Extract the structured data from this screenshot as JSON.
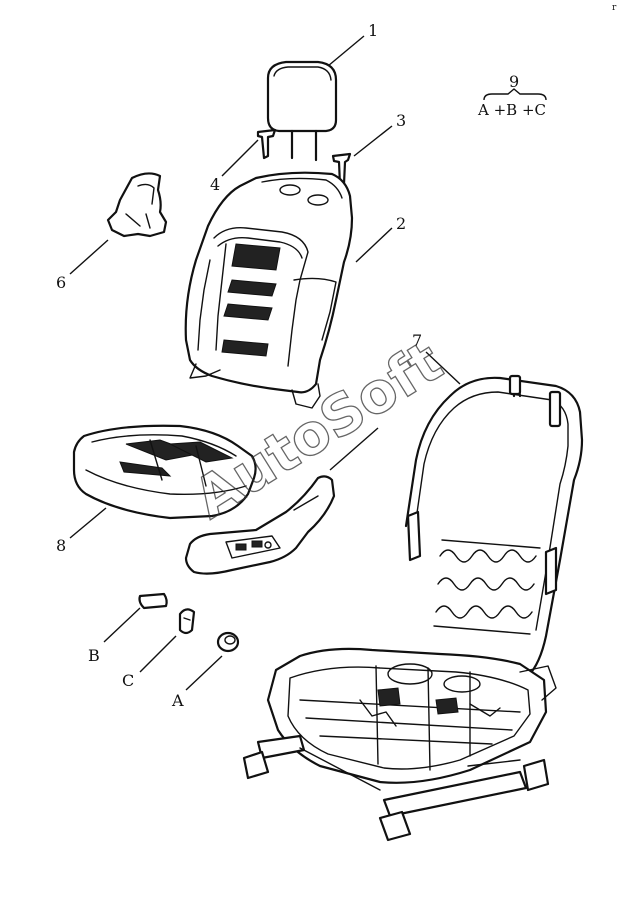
{
  "callouts": {
    "c1": "1",
    "c2": "2",
    "c3": "3",
    "c4": "4",
    "c6": "6",
    "c7": "7",
    "c8": "8",
    "c9": "9",
    "cA": "A",
    "cB": "B",
    "cC": "C"
  },
  "kit_formula": "A +B +C",
  "watermark": "AutoSoft",
  "corner_mark": "r"
}
